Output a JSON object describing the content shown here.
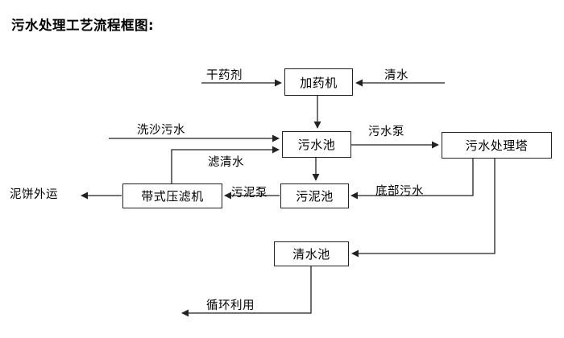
{
  "diagram": {
    "title": "污水处理工艺流程框图:",
    "type": "process-flow-block-diagram",
    "nodes": [
      {
        "id": "dosing",
        "label": "加药机"
      },
      {
        "id": "sewage_pool",
        "label": "污水池"
      },
      {
        "id": "treatment_tower",
        "label": "污水处理塔"
      },
      {
        "id": "belt_filter_press",
        "label": "带式压滤机"
      },
      {
        "id": "sludge_pool",
        "label": "污泥池"
      },
      {
        "id": "clean_water_pool",
        "label": "清水池"
      }
    ],
    "edge_labels": [
      {
        "id": "dry_agent",
        "label": "干药剂"
      },
      {
        "id": "clean_water_in",
        "label": "清水"
      },
      {
        "id": "sand_wash_sewage",
        "label": "洗沙污水"
      },
      {
        "id": "filtrate",
        "label": "滤清水"
      },
      {
        "id": "sewage_pump",
        "label": "污水泵"
      },
      {
        "id": "sludge_pump",
        "label": "污泥泵"
      },
      {
        "id": "bottom_sewage",
        "label": "底部污水"
      },
      {
        "id": "mud_cake_out",
        "label": "泥饼外运"
      },
      {
        "id": "recycle_use",
        "label": "循环利用"
      }
    ],
    "colors": {
      "line": "#222222",
      "text": "#000000",
      "background": "#ffffff"
    }
  }
}
